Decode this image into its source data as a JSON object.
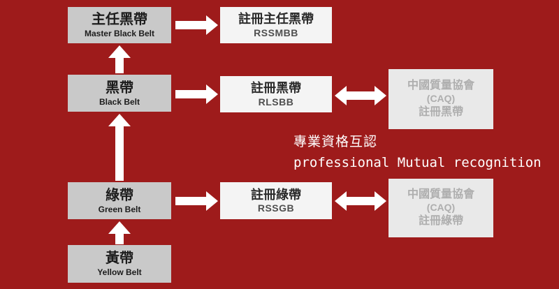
{
  "colors": {
    "background": "#9e1b1b",
    "left_box_bg": "#c9c9c9",
    "mid_box_bg": "#f4f4f4",
    "right_box_bg": "#e9e9e9",
    "right_text": "#aeaeae",
    "arrow": "#ffffff",
    "dark_text": "#1c1c1c",
    "sub_text": "#4f4f4f"
  },
  "diagram": {
    "left_column": [
      {
        "zh": "主任黑帶",
        "en": "Master Black Belt"
      },
      {
        "zh": "黑帶",
        "en": "Black Belt"
      },
      {
        "zh": "綠帶",
        "en": "Green Belt"
      },
      {
        "zh": "黃帶",
        "en": "Yellow Belt"
      }
    ],
    "middle_column": [
      {
        "zh": "註冊主任黑帶",
        "en": "RSSMBB"
      },
      {
        "zh": "註冊黑帶",
        "en": "RLSBB"
      },
      {
        "zh": "註冊綠帶",
        "en": "RSSGB"
      }
    ],
    "right_column": [
      {
        "line1": "中國質量協會",
        "line2": "(CAQ)",
        "line3": "註冊黑帶"
      },
      {
        "line1": "中國質量協會",
        "line2": "(CAQ)",
        "line3": "註冊綠帶"
      }
    ],
    "caption": {
      "zh": "專業資格互認",
      "en": "professional Mutual recognition"
    }
  }
}
